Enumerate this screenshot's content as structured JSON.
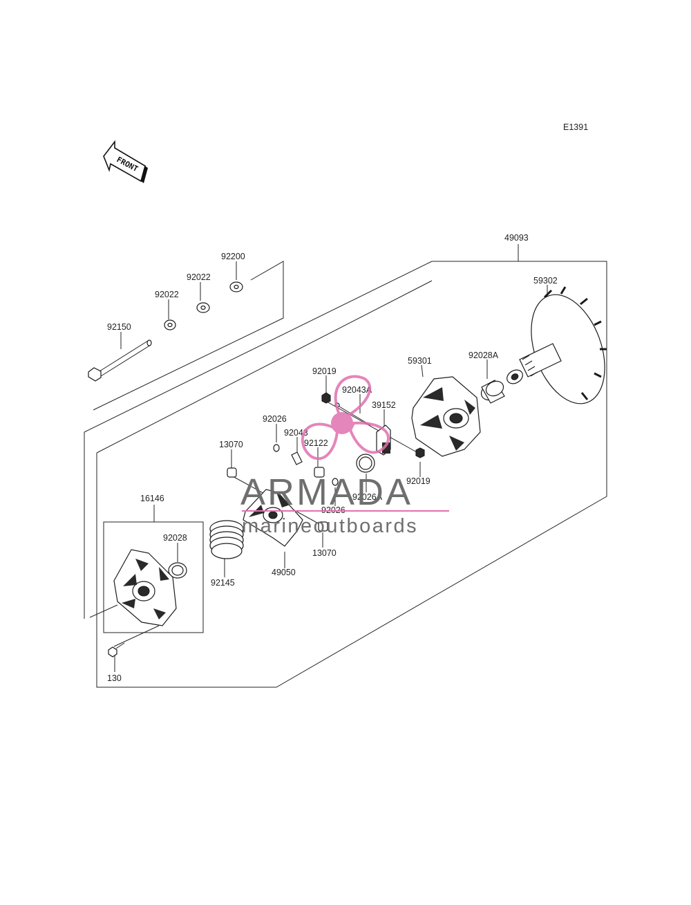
{
  "diagram_code": "E1391",
  "front_label": "FRONT",
  "watermark": {
    "title": "ARMADA",
    "subtitle": "marineoutboards",
    "accent_color": "#e070b0"
  },
  "parts": {
    "p49093": "49093",
    "p59302": "59302",
    "p92200": "92200",
    "p92022_a": "92022",
    "p92022_b": "92022",
    "p92150": "92150",
    "p92028A": "92028A",
    "p59301": "59301",
    "p92019_top": "92019",
    "p92043A": "92043A",
    "p39152": "39152",
    "p92026_top": "92026",
    "p92043": "92043",
    "p92122": "92122",
    "p13070_top": "13070",
    "p92019_bottom": "92019",
    "p92026A": "92026A",
    "p92026_bottom": "92026",
    "p16146": "16146",
    "p92028": "92028",
    "p13070_bottom": "13070",
    "p49050": "49050",
    "p92145": "92145",
    "p130": "130"
  }
}
